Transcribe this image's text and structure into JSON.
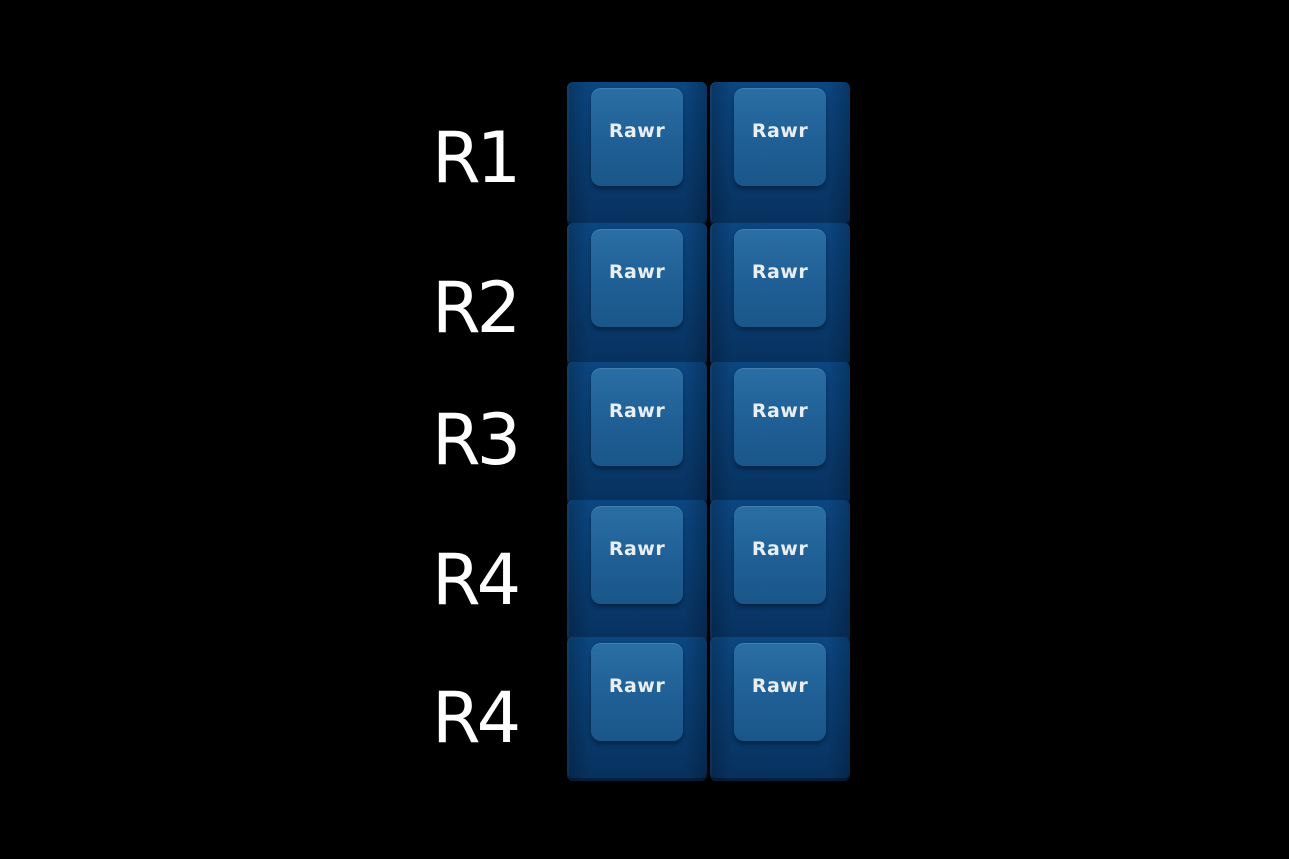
{
  "rows": [
    {
      "label": "R1",
      "keys": [
        "Rawr",
        "Rawr"
      ]
    },
    {
      "label": "R2",
      "keys": [
        "Rawr",
        "Rawr"
      ]
    },
    {
      "label": "R3",
      "keys": [
        "Rawr",
        "Rawr"
      ]
    },
    {
      "label": "R4",
      "keys": [
        "Rawr",
        "Rawr"
      ]
    },
    {
      "label": "R4",
      "keys": [
        "Rawr",
        "Rawr"
      ]
    }
  ],
  "colors": {
    "background": "#000000",
    "keycap_side": "#0a4277",
    "keycap_top": "#22659c",
    "legend": "#e8eef4",
    "row_label": "#ffffff"
  }
}
